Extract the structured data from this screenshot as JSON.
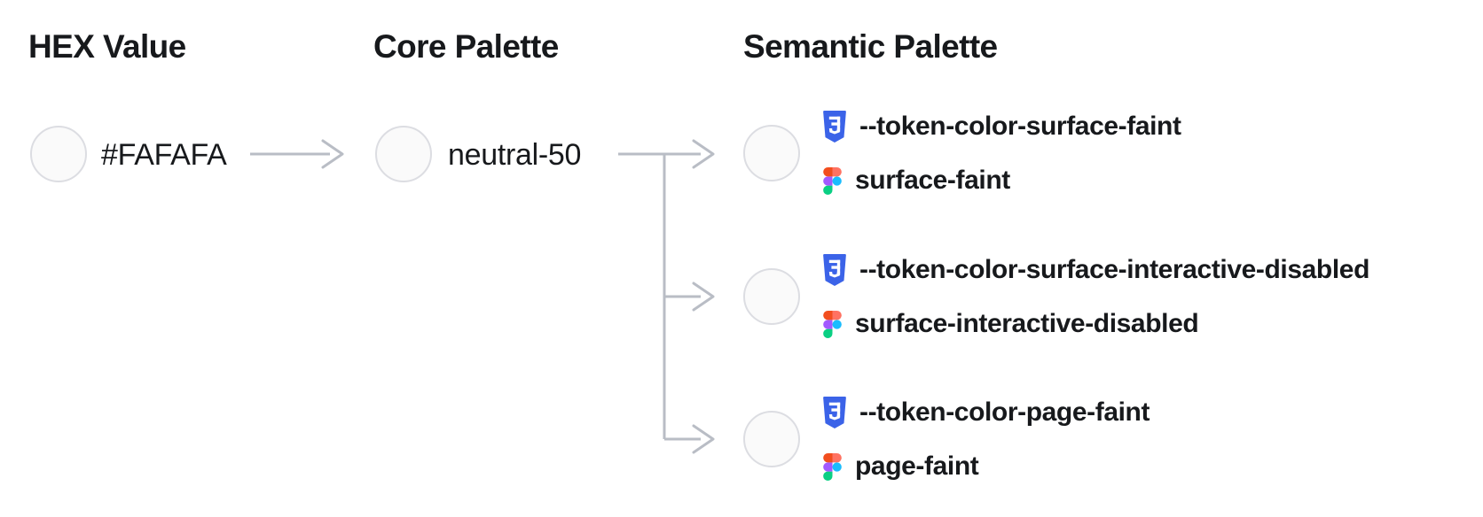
{
  "headings": {
    "hex": "HEX Value",
    "core": "Core Palette",
    "semantic": "Semantic Palette"
  },
  "hex_value": "#FAFAFA",
  "core_token": "neutral-50",
  "semantic_tokens": [
    {
      "css_var": "--token-color-surface-faint",
      "figma_name": "surface-faint"
    },
    {
      "css_var": "--token-color-surface-interactive-disabled",
      "figma_name": "surface-interactive-disabled"
    },
    {
      "css_var": "--token-color-page-faint",
      "figma_name": "page-faint"
    }
  ],
  "icons": {
    "css_badge": "css3-shield-icon",
    "figma_logo": "figma-logo-icon"
  },
  "colors": {
    "swatch_fill": "#FAFAFA",
    "swatch_border": "#DCDDE2",
    "arrow": "#B9BDC5",
    "text": "#17191C",
    "css_badge_blue": "#3B63E8",
    "figma_red": "#F24E1E",
    "figma_salmon": "#FF7262",
    "figma_purple": "#A259FF",
    "figma_blue": "#1ABCFE",
    "figma_green": "#0ACF83"
  }
}
